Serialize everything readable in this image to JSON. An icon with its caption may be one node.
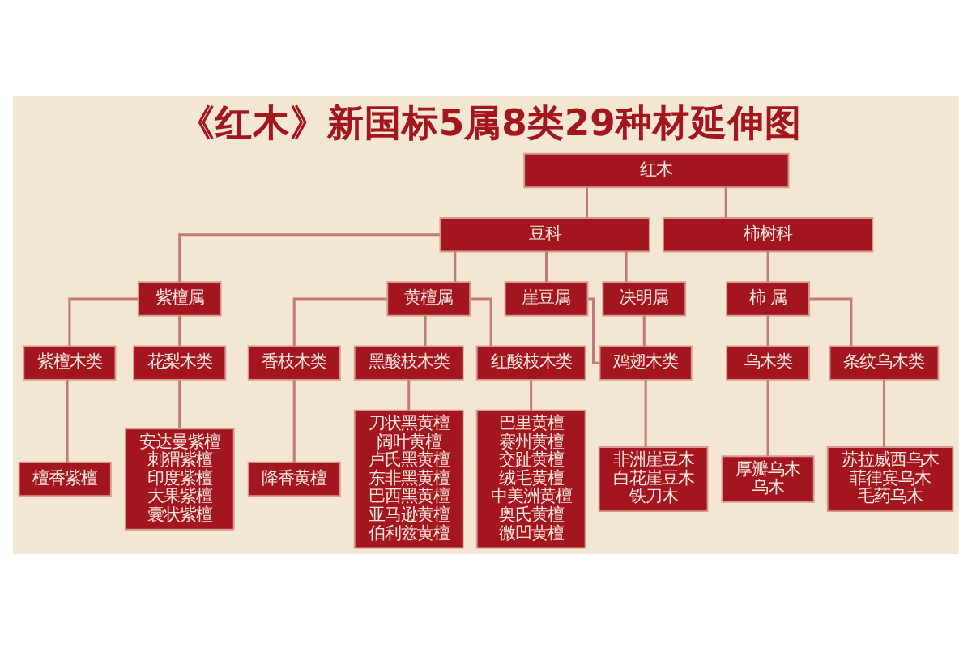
{
  "diagram": {
    "title": "《红木》新国标5属8类29种材延伸图",
    "nodes": [
      {
        "text": [
          "红木"
        ]
      },
      {
        "text": [
          "豆科"
        ]
      },
      {
        "text": [
          "柿树科"
        ]
      },
      {
        "text": [
          "紫檀属"
        ]
      },
      {
        "text": [
          "黄檀属"
        ]
      },
      {
        "text": [
          "崖豆属"
        ]
      },
      {
        "text": [
          "决明属"
        ]
      },
      {
        "text": [
          "柿 属"
        ]
      },
      {
        "text": [
          "紫檀木类"
        ]
      },
      {
        "text": [
          "花梨木类"
        ]
      },
      {
        "text": [
          "香枝木类"
        ]
      },
      {
        "text": [
          "黑酸枝木类"
        ]
      },
      {
        "text": [
          "红酸枝木类"
        ]
      },
      {
        "text": [
          "鸡翅木类"
        ]
      },
      {
        "text": [
          "乌木类"
        ]
      },
      {
        "text": [
          "条纹乌木类"
        ]
      },
      {
        "text": [
          "檀香紫檀"
        ]
      },
      {
        "text": [
          "安达曼紫檀",
          "刺猬紫檀",
          "印度紫檀",
          "大果紫檀",
          "囊状紫檀"
        ]
      },
      {
        "text": [
          "降香黄檀"
        ]
      },
      {
        "text": [
          "刀状黑黄檀",
          "阔叶黄檀",
          "卢氏黑黄檀",
          "东非黑黄檀",
          "巴西黑黄檀",
          "亚马逊黄檀",
          "伯利兹黄檀"
        ]
      },
      {
        "text": [
          "巴里黄檀",
          "赛州黄檀",
          "交趾黄檀",
          "绒毛黄檀",
          "中美洲黄檀",
          "奥氏黄檀",
          "微凹黄檀"
        ]
      },
      {
        "text": [
          "非洲崖豆木",
          "白花崖豆木",
          "铁刀木"
        ]
      },
      {
        "text": [
          "厚瓣乌木",
          "乌木"
        ]
      },
      {
        "text": [
          "苏拉威西乌木",
          "菲律宾乌木",
          "毛药乌木"
        ]
      }
    ],
    "edges": [
      {
        "from": 0,
        "to": 1,
        "arrow": "none"
      },
      {
        "from": 0,
        "to": 2,
        "arrow": "none"
      },
      {
        "from": 1,
        "to": 3,
        "arrow": "none"
      },
      {
        "from": 1,
        "to": 4,
        "arrow": "none"
      },
      {
        "from": 1,
        "to": 5,
        "arrow": "none"
      },
      {
        "from": 1,
        "to": 6,
        "arrow": "none"
      },
      {
        "from": 2,
        "to": 7,
        "arrow": "none"
      },
      {
        "from": 3,
        "to": 8,
        "arrow": "none"
      },
      {
        "from": 3,
        "to": 9,
        "arrow": "none"
      },
      {
        "from": 4,
        "to": 10,
        "arrow": "none"
      },
      {
        "from": 4,
        "to": 11,
        "arrow": "none"
      },
      {
        "from": 4,
        "to": 12,
        "arrow": "none"
      },
      {
        "from": 5,
        "to": 13,
        "arrow": "none"
      },
      {
        "from": 6,
        "to": 13,
        "arrow": "none"
      },
      {
        "from": 7,
        "to": 14,
        "arrow": "none"
      },
      {
        "from": 7,
        "to": 15,
        "arrow": "none"
      },
      {
        "from": 8,
        "to": 16,
        "arrow": "none"
      },
      {
        "from": 9,
        "to": 17,
        "arrow": "none"
      },
      {
        "from": 10,
        "to": 18,
        "arrow": "none"
      },
      {
        "from": 11,
        "to": 19,
        "arrow": "none"
      },
      {
        "from": 12,
        "to": 20,
        "arrow": "none"
      },
      {
        "from": 13,
        "to": 21,
        "arrow": "none"
      },
      {
        "from": 14,
        "to": 22,
        "arrow": "none"
      },
      {
        "from": 15,
        "to": 23,
        "arrow": "none"
      }
    ]
  }
}
